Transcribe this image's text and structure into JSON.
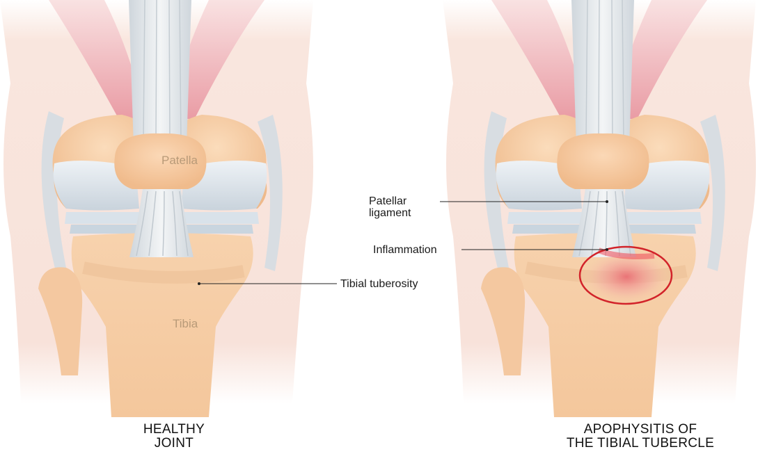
{
  "labels": {
    "patella": "Patella",
    "tibia": "Tibia",
    "tibial_tuberosity": "Tibial tuberosity",
    "patellar_ligament_line1": "Patellar",
    "patellar_ligament_line2": "ligament",
    "inflammation": "Inflammation"
  },
  "captions": {
    "healthy_line1": "HEALTHY",
    "healthy_line2": "JOINT",
    "apophysitis_line1": "APOPHYSITIS OF",
    "apophysitis_line2": "THE TIBIAL TUBERCLE"
  },
  "colors": {
    "skin": "#f7dfd6",
    "bone": "#f5c9a0",
    "cartilage": "#dde6ee",
    "muscle": "#eeaab0",
    "tendon": "#e8ecef",
    "inflammation_ring": "#d2232a",
    "inflammation_glow": "#f1646b"
  }
}
